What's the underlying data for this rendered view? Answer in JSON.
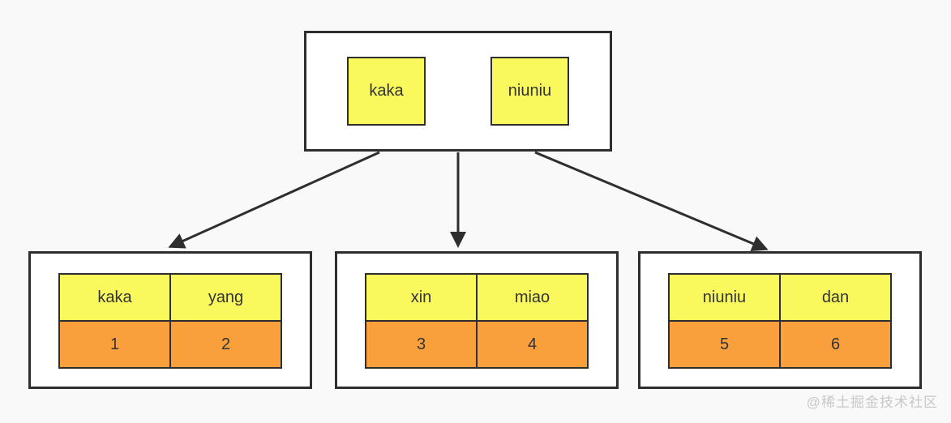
{
  "root": {
    "keys": [
      "kaka",
      "niuniu"
    ]
  },
  "leaves": [
    {
      "headers": [
        "kaka",
        "yang"
      ],
      "values": [
        "1",
        "2"
      ]
    },
    {
      "headers": [
        "xin",
        "miao"
      ],
      "values": [
        "3",
        "4"
      ]
    },
    {
      "headers": [
        "niuniu",
        "dan"
      ],
      "values": [
        "5",
        "6"
      ]
    }
  ],
  "watermark": "@稀土掘金技术社区",
  "palette": {
    "background": "#f9f9f9",
    "node_fill": "#ffffff",
    "key_yellow": "#f9f95e",
    "value_orange": "#f9a03c",
    "border_dark": "#2e2e2e",
    "text": "#333333",
    "watermark_gray": "#c8c8c8"
  }
}
